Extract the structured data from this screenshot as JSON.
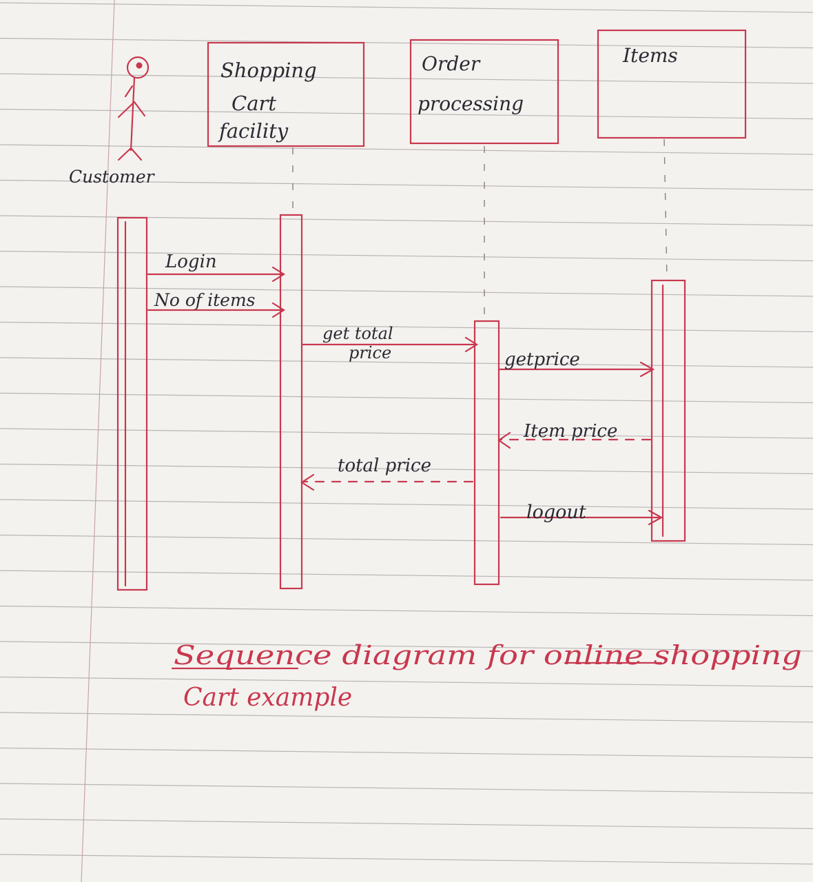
{
  "diagram": {
    "actor": {
      "label": "Customer",
      "icon": "stick-figure-icon"
    },
    "participants": [
      {
        "id": "cart",
        "lines": [
          "Shopping",
          "Cart",
          "facility"
        ]
      },
      {
        "id": "order",
        "lines": [
          "Order",
          "processing"
        ]
      },
      {
        "id": "items",
        "lines": [
          "Items"
        ]
      }
    ],
    "messages": [
      {
        "lines": [
          "Login"
        ],
        "from": "Customer",
        "to": "Shopping Cart facility",
        "style": "solid"
      },
      {
        "lines": [
          "No of items"
        ],
        "from": "Customer",
        "to": "Shopping Cart facility",
        "style": "solid"
      },
      {
        "lines": [
          "get total",
          "price"
        ],
        "from": "Shopping Cart facility",
        "to": "Order processing",
        "style": "solid"
      },
      {
        "lines": [
          "getprice"
        ],
        "from": "Order processing",
        "to": "Items",
        "style": "solid"
      },
      {
        "lines": [
          "Item price"
        ],
        "from": "Items",
        "to": "Order processing",
        "style": "dashed"
      },
      {
        "lines": [
          "total price"
        ],
        "from": "Order processing",
        "to": "Shopping Cart facility",
        "style": "dashed"
      },
      {
        "lines": [
          "logout"
        ],
        "from": "Order processing",
        "to": "Items",
        "style": "solid"
      }
    ],
    "caption": {
      "line1": "Sequence diagram for online shopping",
      "line2": "Cart example"
    },
    "ink_color": "#c8384e",
    "pencil_color": "#2a2a32",
    "paper_color": "#f4f2ef",
    "rule_color": "#b9b4b6"
  }
}
